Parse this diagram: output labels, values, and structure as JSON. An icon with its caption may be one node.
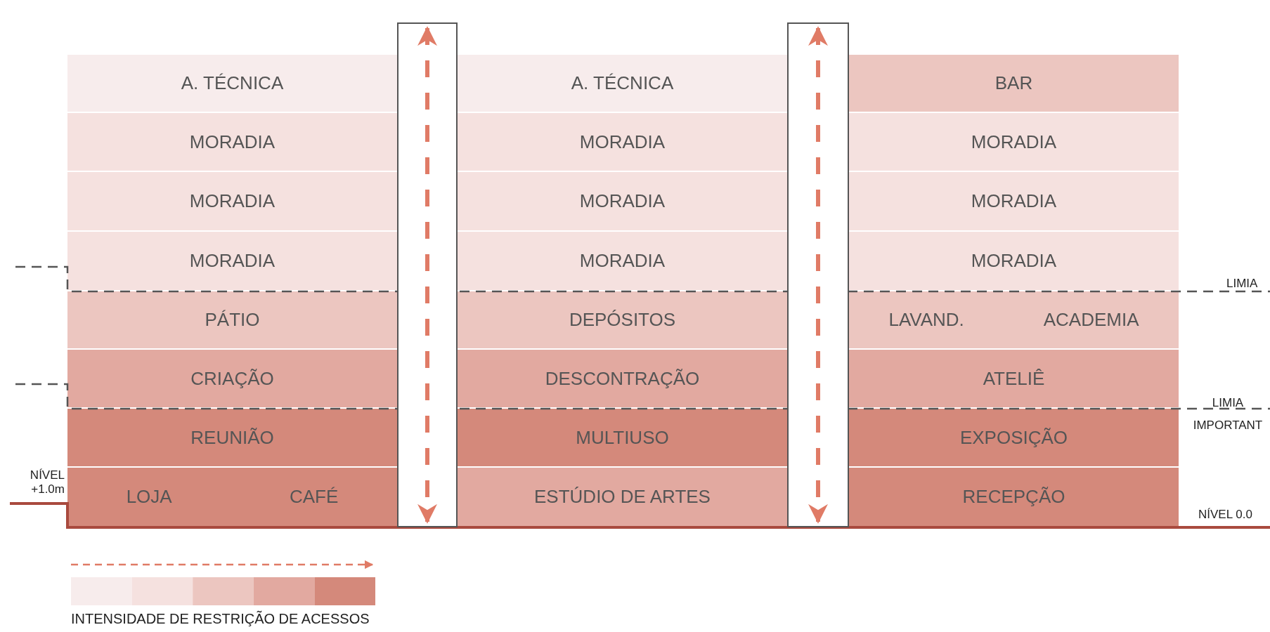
{
  "diagram": {
    "nodes": [
      {
        "text": [
          "A. TÉCNICA"
        ]
      },
      {
        "text": [
          "MORADIA"
        ]
      },
      {
        "text": [
          "MORADIA"
        ]
      },
      {
        "text": [
          "MORADIA"
        ]
      },
      {
        "text": [
          "PÁTIO"
        ]
      },
      {
        "text": [
          "CRIAÇÃO"
        ]
      },
      {
        "text": [
          "REUNIÃO"
        ]
      },
      {
        "text": [
          "LOJA",
          "CAFÉ"
        ]
      },
      {
        "text": [],
        "shape": "box"
      },
      {
        "text": [
          "A. TÉCNICA"
        ]
      },
      {
        "text": [
          "MORADIA"
        ]
      },
      {
        "text": [
          "MORADIA"
        ]
      },
      {
        "text": [
          "MORADIA"
        ]
      },
      {
        "text": [
          "DEPÓSITOS"
        ]
      },
      {
        "text": [
          "DESCONTRAÇÃO"
        ]
      },
      {
        "text": [
          "MULTIUSO"
        ]
      },
      {
        "text": [
          "ESTÚDIO DE ARTES"
        ]
      },
      {
        "text": [],
        "shape": "box"
      },
      {
        "text": [
          "BAR"
        ]
      },
      {
        "text": [
          "MORADIA"
        ]
      },
      {
        "text": [
          "MORADIA"
        ]
      },
      {
        "text": [
          "MORADIA"
        ]
      },
      {
        "text": [
          "LAVAND.",
          "ACADEMIA"
        ]
      },
      {
        "text": [
          "ATELIÊ"
        ]
      },
      {
        "text": [
          "EXPOSIÇÃO"
        ]
      },
      {
        "text": [
          "RECEPÇÃO"
        ]
      }
    ],
    "labels": [
      "LIMIA",
      "NÍVEL +1.0m",
      "LIMIA IMPORTANT",
      "NÍVEL 0.0"
    ],
    "legend": [
      {
        "text": "INTENSIDADE DE RESTRIÇÃO DE ACESSOS"
      }
    ]
  }
}
